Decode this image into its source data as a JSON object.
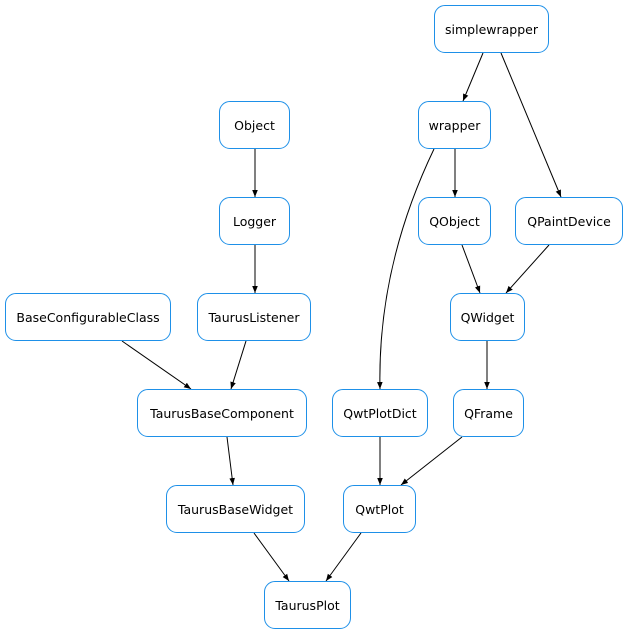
{
  "diagram": {
    "nodes": [
      {
        "id": "simplewrapper",
        "label": "simplewrapper"
      },
      {
        "id": "object",
        "label": "Object"
      },
      {
        "id": "wrapper",
        "label": "wrapper"
      },
      {
        "id": "logger",
        "label": "Logger"
      },
      {
        "id": "qobject",
        "label": "QObject"
      },
      {
        "id": "qpaintdevice",
        "label": "QPaintDevice"
      },
      {
        "id": "baseconfigurableclass",
        "label": "BaseConfigurableClass"
      },
      {
        "id": "tauruslistener",
        "label": "TaurusListener"
      },
      {
        "id": "qwidget",
        "label": "QWidget"
      },
      {
        "id": "taurusbasecomponent",
        "label": "TaurusBaseComponent"
      },
      {
        "id": "qwtplotdict",
        "label": "QwtPlotDict"
      },
      {
        "id": "qframe",
        "label": "QFrame"
      },
      {
        "id": "taurusbasewidget",
        "label": "TaurusBaseWidget"
      },
      {
        "id": "qwtplot",
        "label": "QwtPlot"
      },
      {
        "id": "taurusplot",
        "label": "TaurusPlot"
      }
    ],
    "edges": [
      {
        "from": "simplewrapper",
        "to": "wrapper"
      },
      {
        "from": "simplewrapper",
        "to": "qpaintdevice"
      },
      {
        "from": "object",
        "to": "logger"
      },
      {
        "from": "wrapper",
        "to": "qobject"
      },
      {
        "from": "wrapper",
        "to": "qwtplotdict"
      },
      {
        "from": "logger",
        "to": "tauruslistener"
      },
      {
        "from": "qobject",
        "to": "qwidget"
      },
      {
        "from": "qpaintdevice",
        "to": "qwidget"
      },
      {
        "from": "baseconfigurableclass",
        "to": "taurusbasecomponent"
      },
      {
        "from": "tauruslistener",
        "to": "taurusbasecomponent"
      },
      {
        "from": "qwidget",
        "to": "qframe"
      },
      {
        "from": "taurusbasecomponent",
        "to": "taurusbasewidget"
      },
      {
        "from": "qwtplotdict",
        "to": "qwtplot"
      },
      {
        "from": "qframe",
        "to": "qwtplot"
      },
      {
        "from": "taurusbasewidget",
        "to": "taurusplot"
      },
      {
        "from": "qwtplot",
        "to": "taurusplot"
      }
    ],
    "colors": {
      "node_border": "#1e90e8",
      "edge": "#000000"
    }
  }
}
